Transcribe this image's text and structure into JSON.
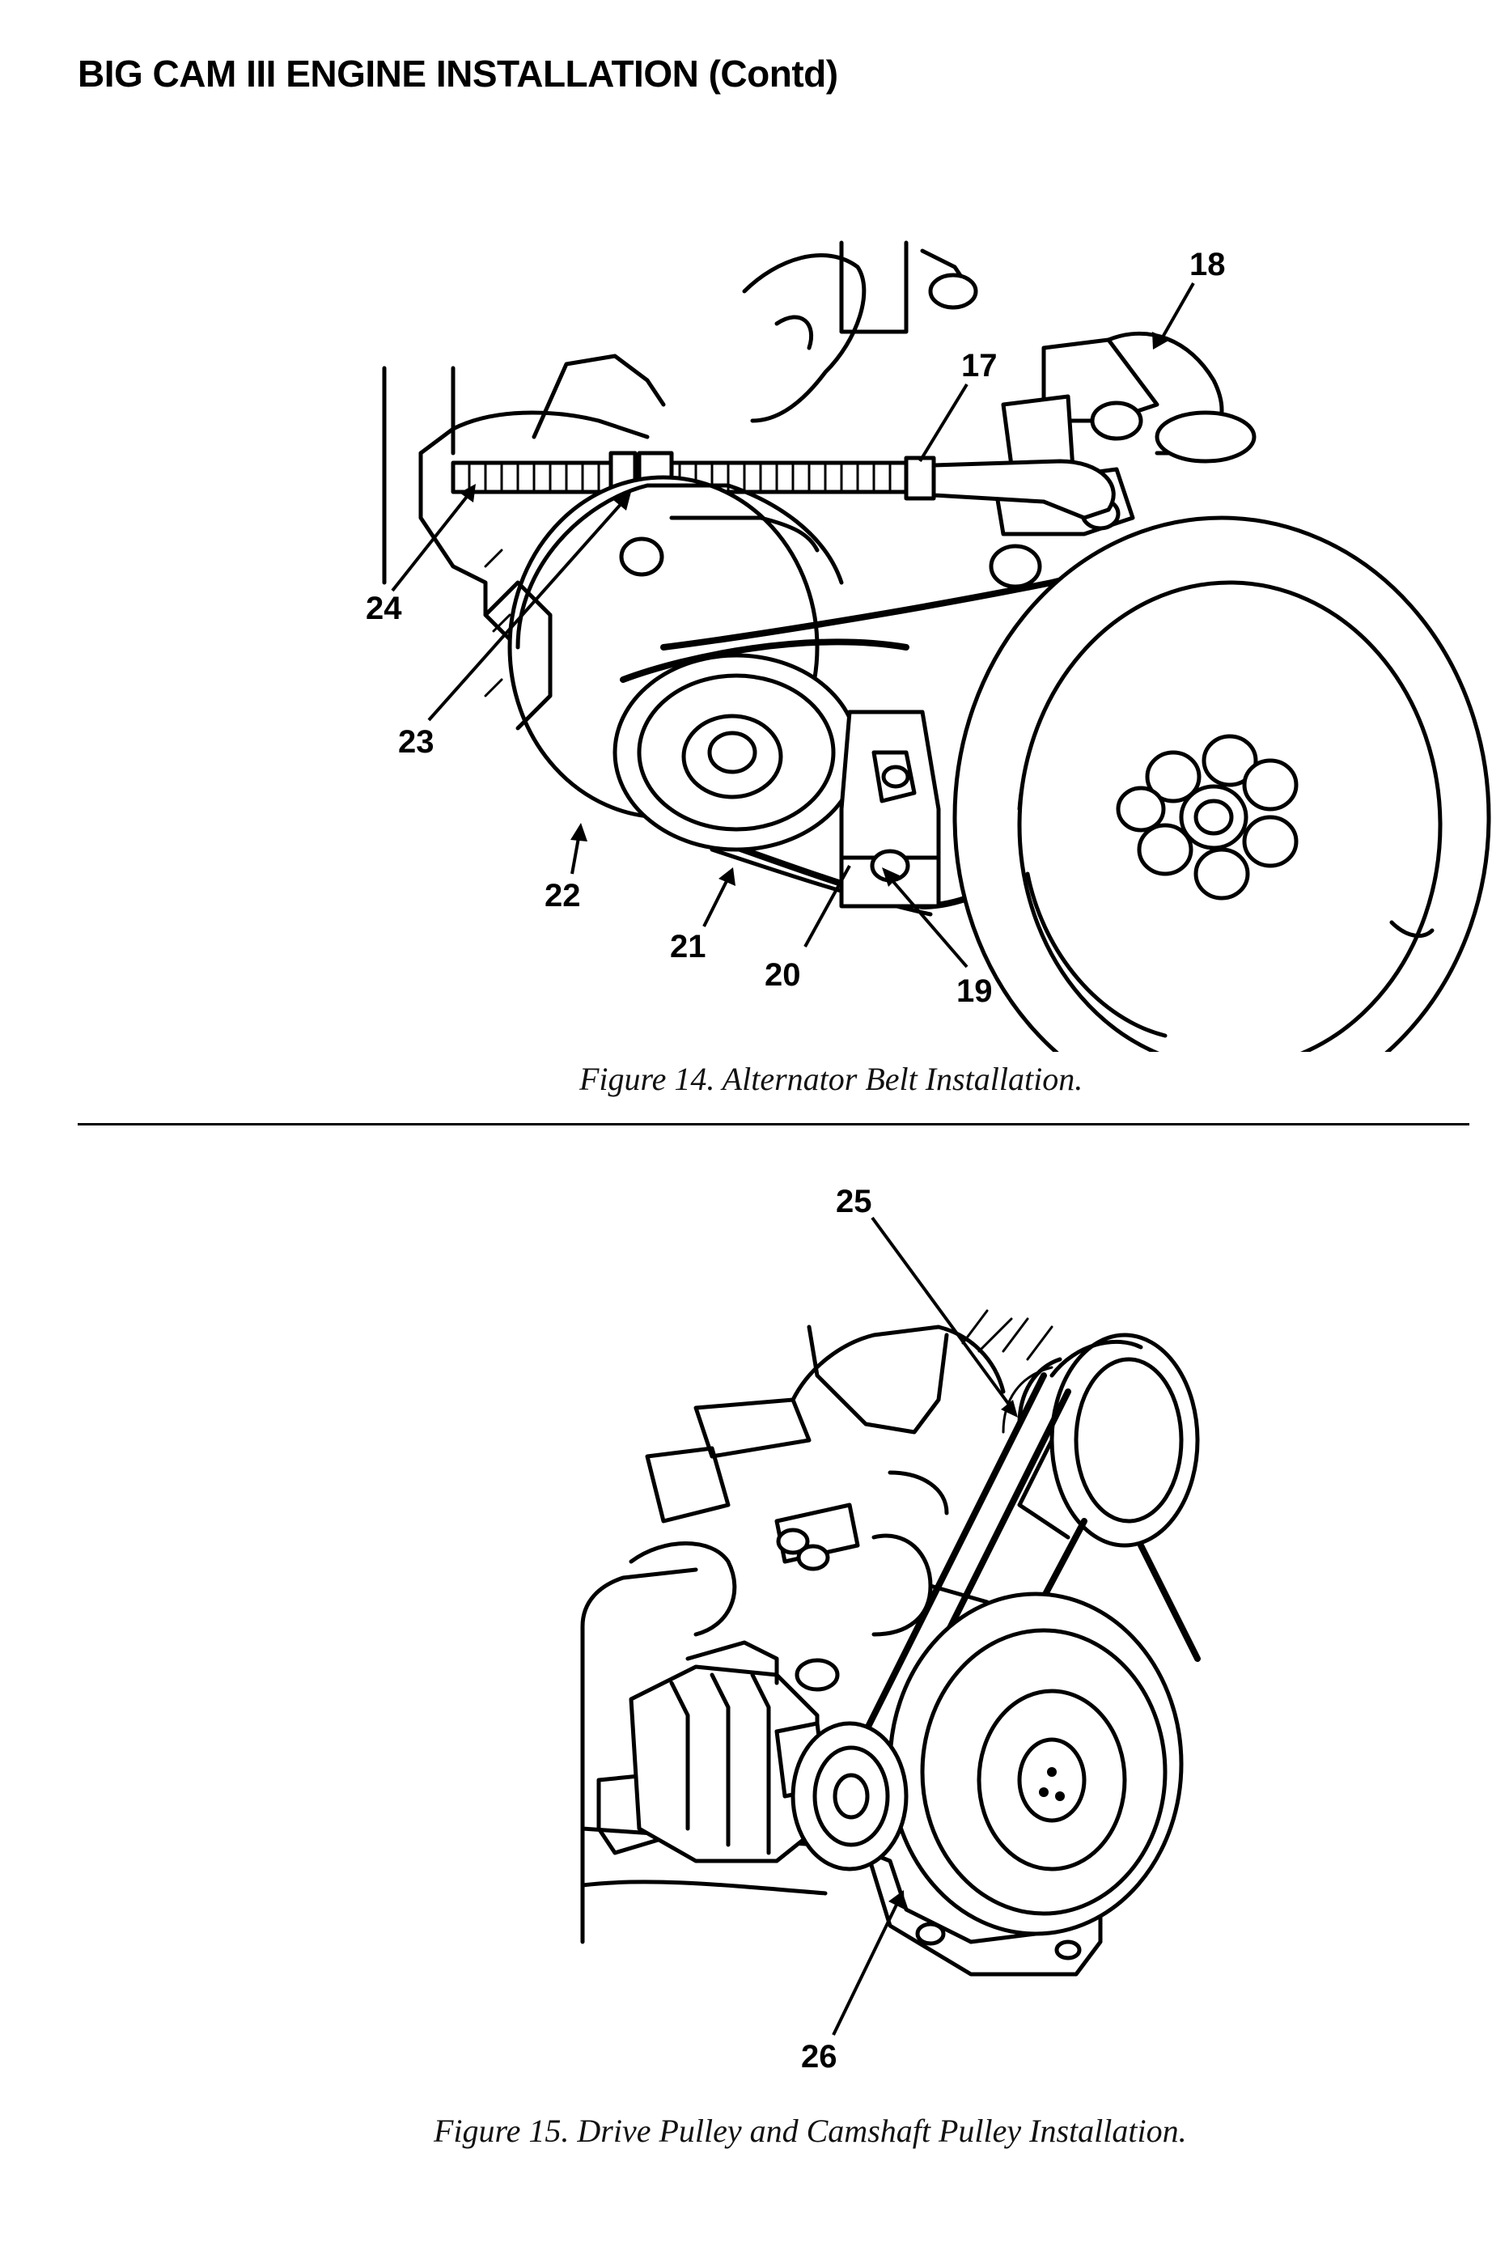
{
  "page_title": "BIG CAM III ENGINE INSTALLATION (Contd)",
  "figure14": {
    "caption": "Figure 14.  Alternator Belt Installation.",
    "callouts": [
      "17",
      "18",
      "19",
      "20",
      "21",
      "22",
      "23",
      "24"
    ]
  },
  "figure15": {
    "caption": "Figure 15.  Drive Pulley and Camshaft Pulley Installation.",
    "callouts": [
      "25",
      "26"
    ]
  }
}
